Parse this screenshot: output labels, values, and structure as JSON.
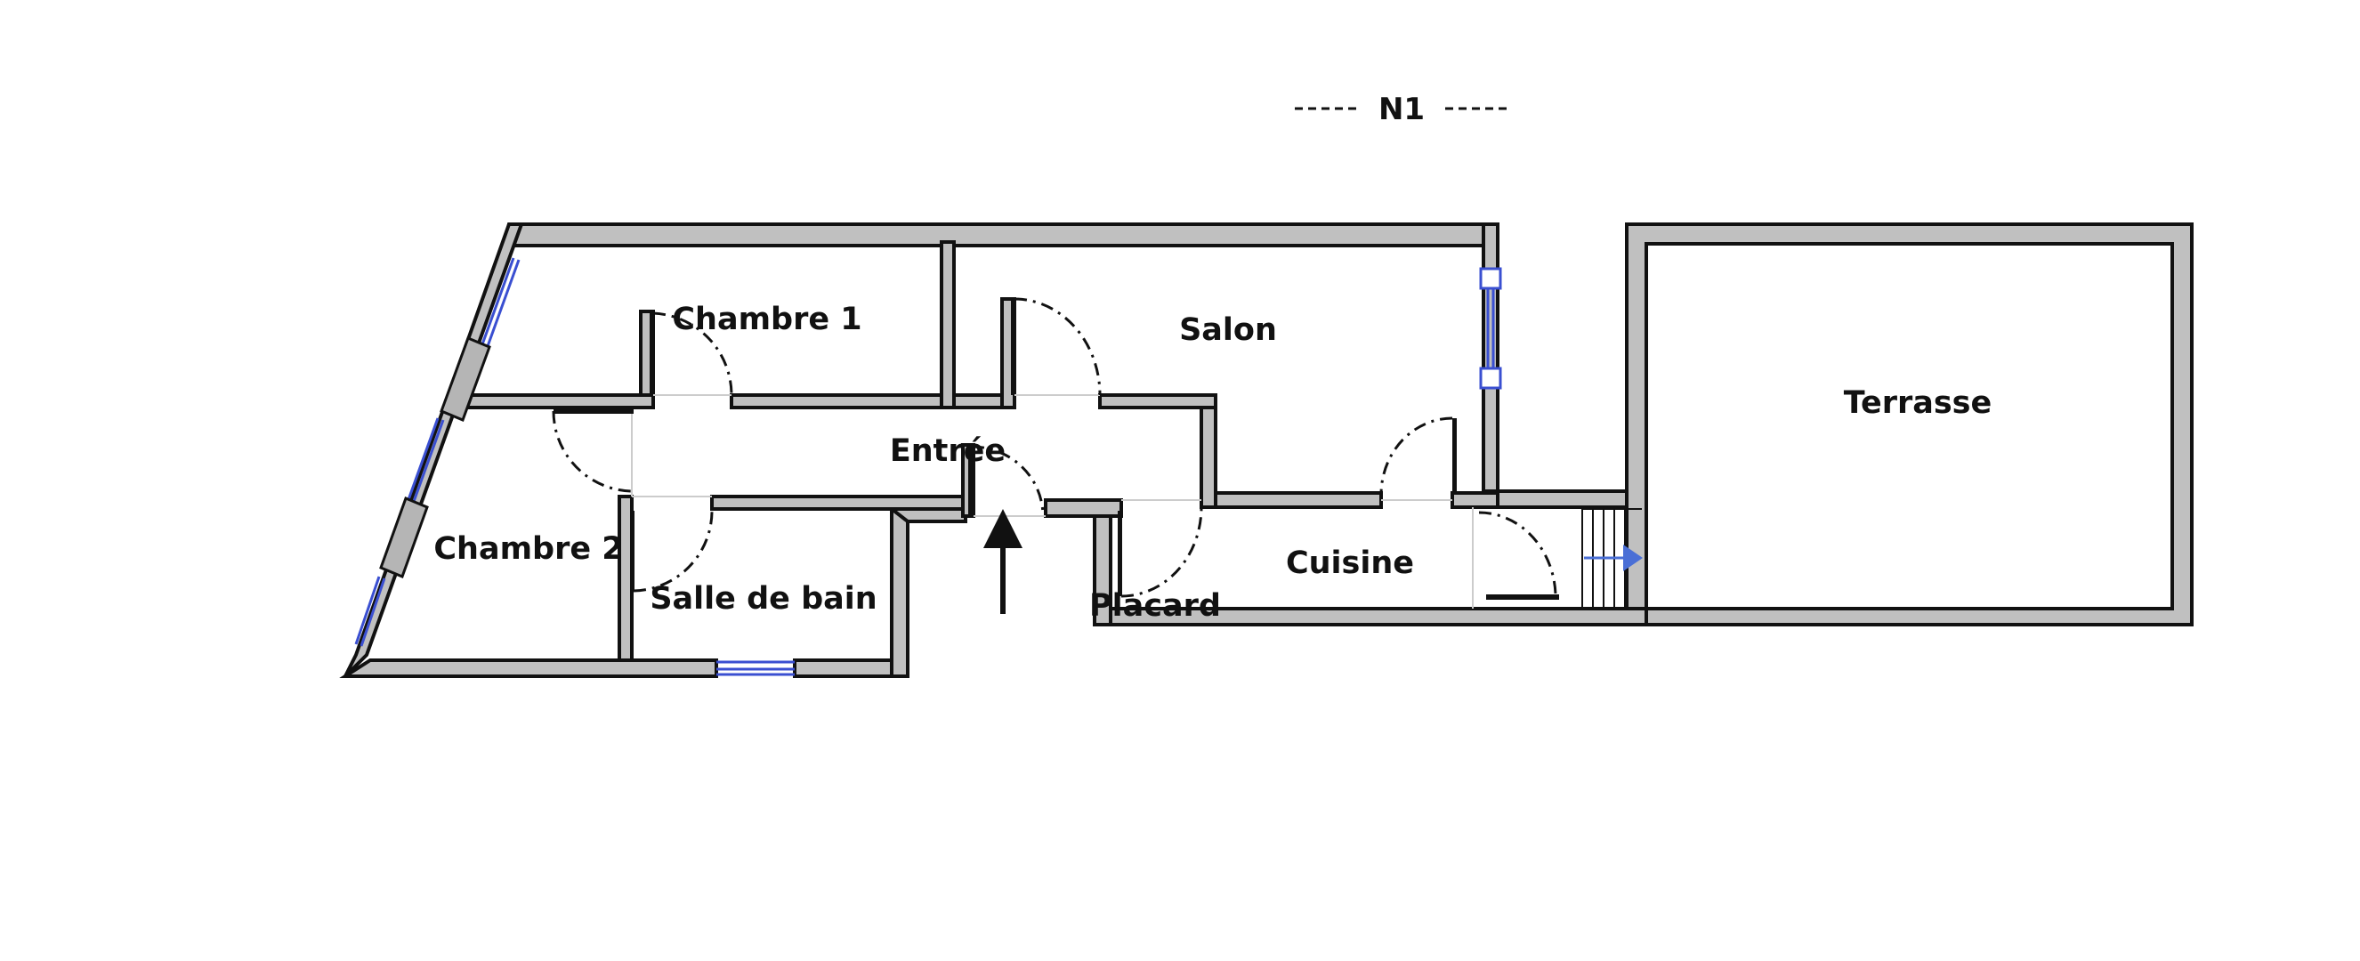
{
  "floor_label": "N1",
  "rooms": {
    "chambre1": "Chambre 1",
    "salon": "Salon",
    "terrasse": "Terrasse",
    "entree": "Entrée",
    "chambre2": "Chambre 2",
    "salle_de_bain": "Salle de bain",
    "cuisine": "Cuisine",
    "placard": "Placard"
  },
  "colors": {
    "wall_fill": "#c0c0c0",
    "wall_stroke": "#111111",
    "window_glass": "#3a4fd1",
    "stair_arrow": "#4a6fd6",
    "background": "#ffffff"
  },
  "icons": {
    "entrance": "entrance-arrow-icon",
    "stairs": "stair-direction-arrow-icon"
  }
}
